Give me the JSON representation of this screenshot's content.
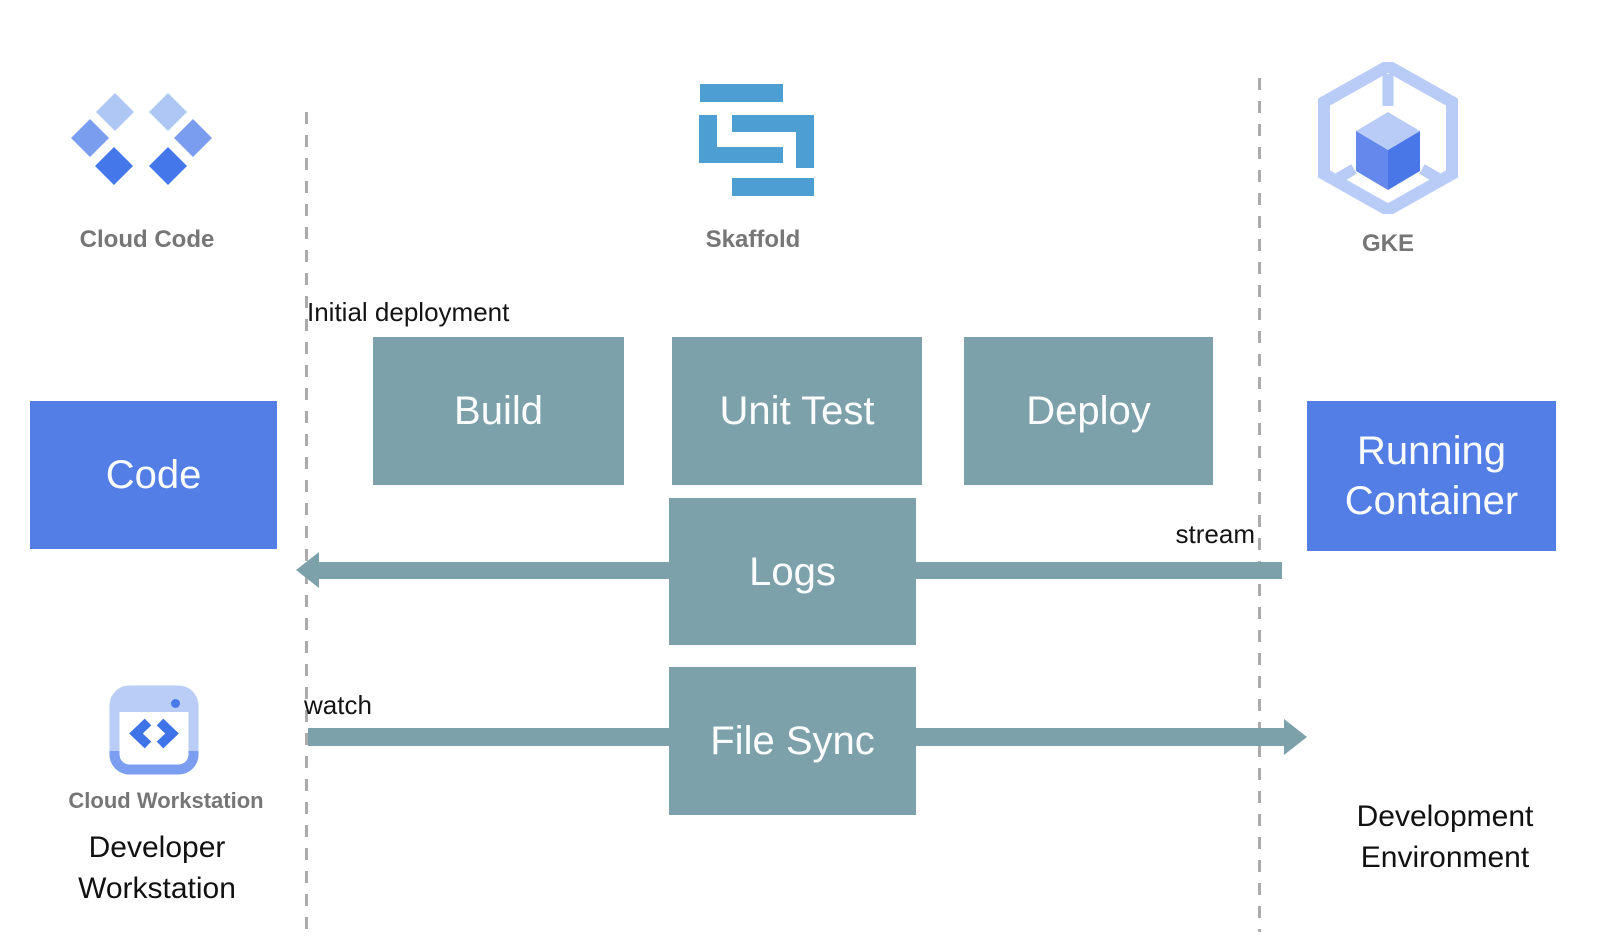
{
  "icons": {
    "cloud_code": {
      "label": "Cloud Code"
    },
    "skaffold": {
      "label": "Skaffold"
    },
    "gke": {
      "label": "GKE"
    },
    "cloud_workstation": {
      "label": "Cloud Workstation"
    }
  },
  "nodes": {
    "code": {
      "label": "Code"
    },
    "build": {
      "label": "Build"
    },
    "unit_test": {
      "label": "Unit Test"
    },
    "deploy": {
      "label": "Deploy"
    },
    "logs": {
      "label": "Logs"
    },
    "file_sync": {
      "label": "File Sync"
    },
    "running_container": {
      "label": "Running Container"
    }
  },
  "annotations": {
    "initial_deployment": "Initial deployment",
    "stream": "stream",
    "watch": "watch",
    "developer_workstation": "Developer Workstation",
    "development_environment": "Development Environment"
  },
  "colors": {
    "endpoint_blue": "#527ee6",
    "process_teal": "#7da1aa",
    "skaffold_blue": "#4c9ed3",
    "icon_light_blue": "#b9cdf6",
    "icon_medium_blue": "#7a9df0",
    "icon_dark_blue": "#4477e9",
    "caption_gray": "#767676",
    "divider_gray": "#ababab"
  }
}
